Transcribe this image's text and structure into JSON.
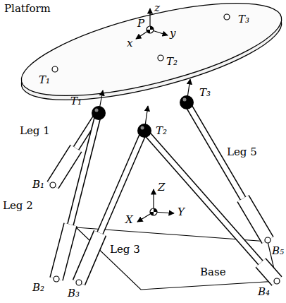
{
  "diagram": {
    "labels": [
      "Platform",
      "z",
      "P",
      "y",
      "x",
      "T₃",
      "T₁",
      "T₂",
      "T₁",
      "T₃",
      "T₂",
      "Leg 1",
      "Leg 5",
      "B₁",
      "Leg 2",
      "Z",
      "X",
      "Y",
      "Leg 3",
      "B₅",
      "Base",
      "B₄",
      "B₂",
      "B₃"
    ]
  }
}
